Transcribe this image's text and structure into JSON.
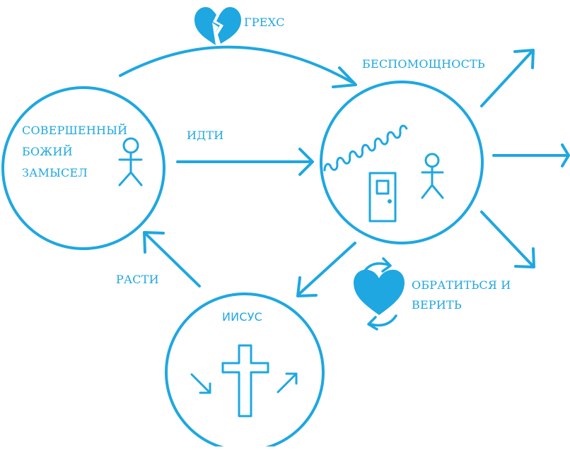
{
  "accent_color": "#1ea7e1",
  "labels": {
    "sin": "ГРЕХС",
    "helplessness": "БЕСПОМОЩНОСТЬ",
    "gods_plan_line1": "СОВЕРШЕННЫЙ",
    "gods_plan_line2": "БОЖИЙ",
    "gods_plan_line3": "ЗАМЫСЕЛ",
    "go": "ИДТИ",
    "grow": "РАСТИ",
    "jesus": "ИИСУС",
    "repent_line1": "ОБРАТИТЬСЯ И",
    "repent_line2": "ВЕРИТЬ"
  },
  "icons": [
    "broken-heart-icon",
    "person-icon",
    "wavy-line-icon",
    "door-icon",
    "cross-icon",
    "heart-cycle-icon",
    "arrow-icon"
  ]
}
